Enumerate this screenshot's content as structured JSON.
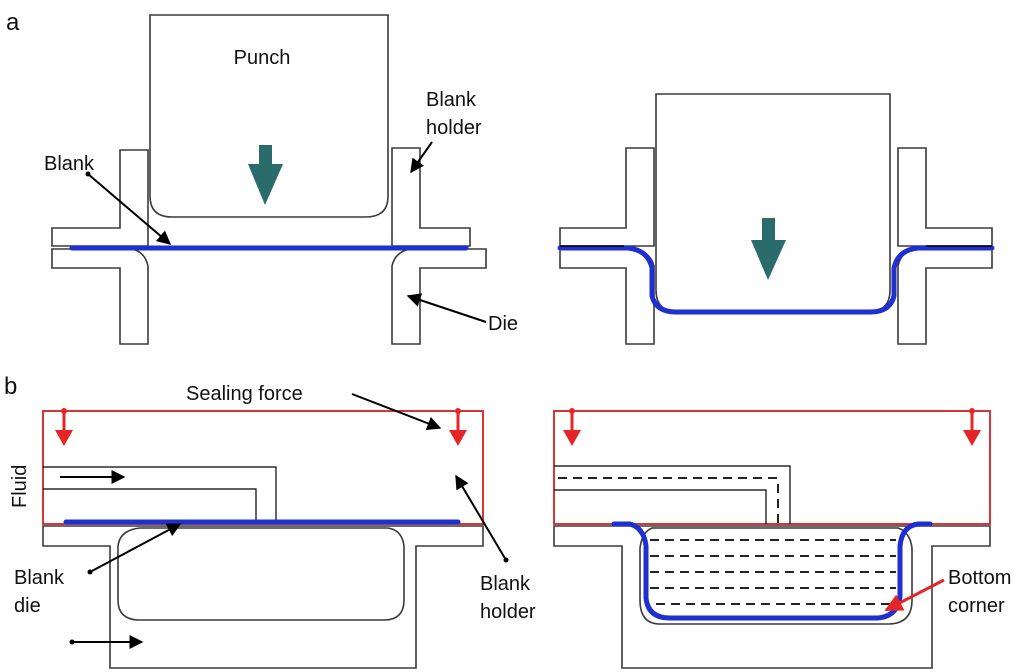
{
  "panels": {
    "a": "a",
    "b": "b"
  },
  "labels": {
    "punch": "Punch",
    "blank_holder_line1": "Blank",
    "blank_holder_line2": "holder",
    "blank": "Blank",
    "die": "Die",
    "sealing_force": "Sealing force",
    "fluid": "Fluid",
    "blank_die_line1": "Blank",
    "blank_die_line2": "die",
    "blank_holder_b_line1": "Blank",
    "blank_holder_b_line2": "holder",
    "bottom_corner_line1": "Bottom",
    "bottom_corner_line2": "corner"
  },
  "colors": {
    "blank": "#1f2fd0",
    "punch_arrow": "#2a6b6b",
    "sealing_force": "#e52626",
    "outline": "#3a3a3a"
  }
}
